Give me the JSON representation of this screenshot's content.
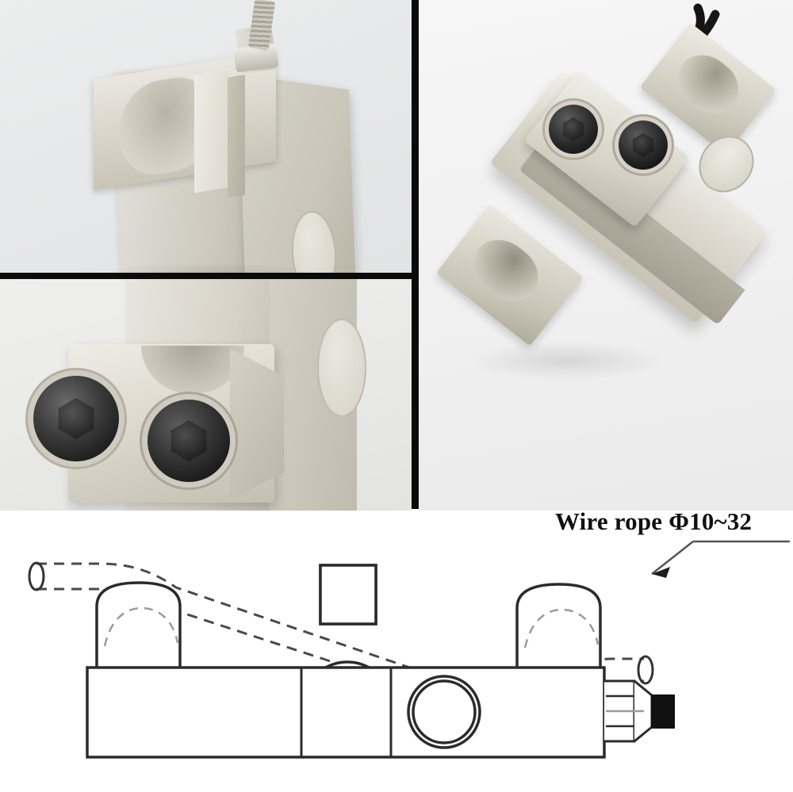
{
  "page": {
    "title": "Wire rope tension load cell product composite",
    "background": "#ffffff"
  },
  "collage": {
    "divider_color": "#0b0b0b",
    "panels": [
      {
        "id": "top-left",
        "caption": "",
        "subject": "S-beam wire rope load cell with cable gland close-up"
      },
      {
        "id": "bottom-left",
        "caption": "",
        "subject": "Hex socket clamping bolts close-up"
      },
      {
        "id": "right",
        "caption": "",
        "subject": "Full wire rope tension sensor three-quarter view with black cable"
      }
    ]
  },
  "diagram": {
    "annotation": {
      "label": "Wire rope Φ10~32",
      "leader": "arrow pointing to rope end",
      "color": "#111111"
    },
    "line_color": "#2b2b2b",
    "dash_color": "#4a4a4a",
    "parts": [
      {
        "name": "wire-rope",
        "style": "dashed"
      },
      {
        "name": "left-saddle",
        "style": "solid"
      },
      {
        "name": "center-pulley",
        "style": "solid"
      },
      {
        "name": "right-saddle",
        "style": "solid"
      },
      {
        "name": "sensor-body",
        "style": "solid"
      },
      {
        "name": "mounting-hole",
        "style": "solid"
      },
      {
        "name": "cable-gland",
        "style": "solid"
      }
    ]
  }
}
